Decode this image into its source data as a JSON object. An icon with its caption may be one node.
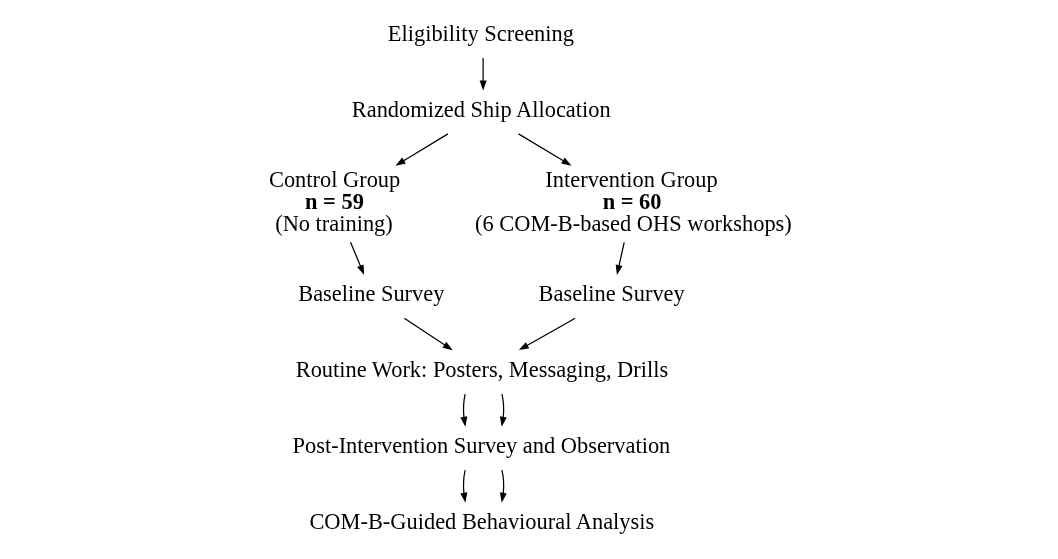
{
  "diagram": {
    "nodes": [
      {
        "text": [
          "Eligibility Screening"
        ]
      },
      {
        "text": [
          "Randomized Ship Allocation"
        ]
      },
      {
        "text": [
          "Control Group",
          "n = 59",
          "(No training)"
        ]
      },
      {
        "text": [
          "Intervention Group",
          "n = 60",
          "(6 COM-B-based OHS workshops)"
        ]
      },
      {
        "text": [
          "Baseline Survey"
        ]
      },
      {
        "text": [
          "Baseline Survey"
        ]
      },
      {
        "text": [
          "Routine Work: Posters, Messaging, Drills"
        ]
      },
      {
        "text": [
          "Post-Intervention Survey and Observation"
        ]
      },
      {
        "text": [
          "COM-B-Guided Behavioural Analysis"
        ]
      }
    ],
    "edges": [
      {
        "from": 0,
        "to": 1,
        "arrow": "to"
      },
      {
        "from": 1,
        "to": 2,
        "arrow": "to"
      },
      {
        "from": 1,
        "to": 3,
        "arrow": "to"
      },
      {
        "from": 2,
        "to": 4,
        "arrow": "to"
      },
      {
        "from": 3,
        "to": 5,
        "arrow": "to"
      },
      {
        "from": 4,
        "to": 6,
        "arrow": "to"
      },
      {
        "from": 5,
        "to": 6,
        "arrow": "to"
      },
      {
        "from": 6,
        "to": 7,
        "arrow": "to"
      },
      {
        "from": 6,
        "to": 7,
        "arrow": "to"
      },
      {
        "from": 7,
        "to": 8,
        "arrow": "to"
      },
      {
        "from": 7,
        "to": 8,
        "arrow": "to"
      }
    ]
  }
}
